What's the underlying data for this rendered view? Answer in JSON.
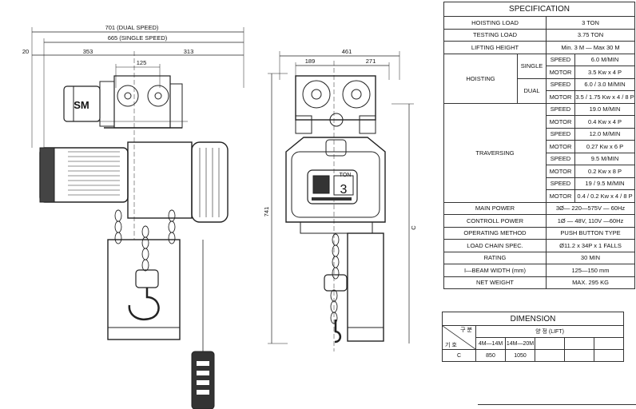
{
  "drawing": {
    "side_view": {
      "dim_dual_speed": "701 (DUAL SPEED)",
      "dim_single_speed": "665 (SINGLE SPEED)",
      "dim_left_offset": "20",
      "dim_left_part": "353",
      "dim_right_part": "313",
      "dim_center": "125",
      "motor_logo": "SM"
    },
    "front_view": {
      "dim_total_width": "461",
      "dim_left_width": "189",
      "dim_right_width": "271",
      "dim_height": "741",
      "dim_c": "C",
      "capacity_label": "TON",
      "capacity_value": "3"
    }
  },
  "specification": {
    "title": "SPECIFICATION",
    "hoisting_load": {
      "label": "HOISTING LOAD",
      "value": "3 TON"
    },
    "testing_load": {
      "label": "TESTING LOAD",
      "value": "3.75  TON"
    },
    "lifting_height": {
      "label": "LIFTING HEIGHT",
      "value": "Min. 3 M — Max 30 M"
    },
    "hoisting": {
      "label": "HOISTING",
      "single": {
        "label": "SINGLE",
        "speed_label": "SPEED",
        "speed": "6.0 M/MIN",
        "motor_label": "MOTOR",
        "motor": "3.5 Kw x 4 P"
      },
      "dual": {
        "label": "DUAL",
        "speed_label": "SPEED",
        "speed": "6.0 / 3.0 M/MIN",
        "motor_label": "MOTOR",
        "motor": "3.5 / 1.75 Kw x 4 / 8 P"
      }
    },
    "traversing": {
      "label": "TRAVERSING",
      "rows": [
        {
          "key": "SPEED",
          "value": "19.0 M/MIN"
        },
        {
          "key": "MOTOR",
          "value": "0.4 Kw x 4 P"
        },
        {
          "key": "SPEED",
          "value": "12.0 M/MIN"
        },
        {
          "key": "MOTOR",
          "value": "0.27 Kw x 6 P"
        },
        {
          "key": "SPEED",
          "value": "9.5 M/MIN"
        },
        {
          "key": "MOTOR",
          "value": "0.2 Kw x 8 P"
        },
        {
          "key": "SPEED",
          "value": "19 / 9.5 M/MIN"
        },
        {
          "key": "MOTOR",
          "value": "0.4 / 0.2 Kw x 4 / 8 P"
        }
      ]
    },
    "main_power": {
      "label": "MAIN POWER",
      "value": "3Ø— 220—575V — 60Hz"
    },
    "control_power": {
      "label": "CONTROLL POWER",
      "value": "1Ø — 48V, 110V —60Hz"
    },
    "operating_method": {
      "label": "OPERATING METHOD",
      "value": "PUSH BUTTON TYPE"
    },
    "load_chain": {
      "label": "LOAD CHAIN SPEC.",
      "value": "Ø11.2 x 34P x 1 FALLS"
    },
    "rating": {
      "label": "RATING",
      "value": "30 MIN"
    },
    "ibeam_width": {
      "label": "I—BEAM WIDTH (mm)",
      "value": "125—150 mm"
    },
    "net_weight": {
      "label": "NET WEIGHT",
      "value": "MAX. 295 KG"
    }
  },
  "dimension": {
    "title": "DIMENSION",
    "gubun": "구 분",
    "giho": "기 호",
    "lift_header": "양 정 (LIFT)",
    "columns": [
      "4M—14M",
      "14M—20M",
      "",
      "",
      ""
    ],
    "rows": [
      {
        "label": "C",
        "values": [
          "850",
          "1050",
          "",
          "",
          ""
        ]
      }
    ]
  }
}
